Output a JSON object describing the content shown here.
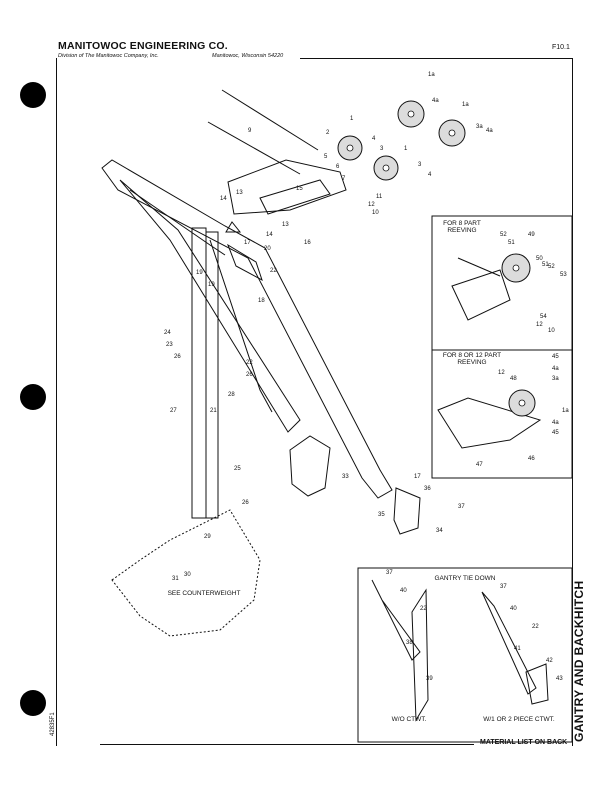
{
  "header": {
    "company": "MANITOWOC ENGINEERING CO.",
    "division": "Division of The Manitowoc Company, Inc.",
    "location": "Manitowoc, Wisconsin 54220",
    "page_id": "F10.1"
  },
  "side_title": "GANTRY AND BACKHITCH",
  "document_number": "42835F1",
  "footer_note": "MATERIAL LIST ON BACK",
  "panels": {
    "eight_part": "FOR 8 PART REEVING",
    "ten_twelve_part": "FOR 8 OR 12 PART REEVING",
    "tie_down": "GANTRY TIE DOWN",
    "tie_down_without": "W/O CTWT.",
    "tie_down_with": "W/1 OR 2 PIECE CTWT."
  },
  "see_counterweight": "SEE COUNTERWEIGHT",
  "callouts": [
    "1a",
    "4a",
    "1a",
    "3a",
    "4a",
    "1",
    "2",
    "4",
    "3",
    "5",
    "6",
    "7",
    "1",
    "3",
    "4",
    "9",
    "11",
    "12",
    "10",
    "15",
    "14",
    "13",
    "14",
    "13",
    "16",
    "17",
    "20",
    "22",
    "18",
    "19",
    "19",
    "24",
    "23",
    "26",
    "22",
    "26",
    "27",
    "21",
    "28",
    "25",
    "33",
    "17",
    "36",
    "35",
    "37",
    "34",
    "29",
    "31",
    "30",
    "26",
    "52",
    "51",
    "49",
    "50",
    "51",
    "52",
    "53",
    "54",
    "12",
    "10",
    "45",
    "4a",
    "3a",
    "1a",
    "4a",
    "45",
    "12",
    "48",
    "47",
    "46",
    "37",
    "40",
    "22",
    "38",
    "39",
    "37",
    "40",
    "22",
    "41",
    "42",
    "43"
  ]
}
